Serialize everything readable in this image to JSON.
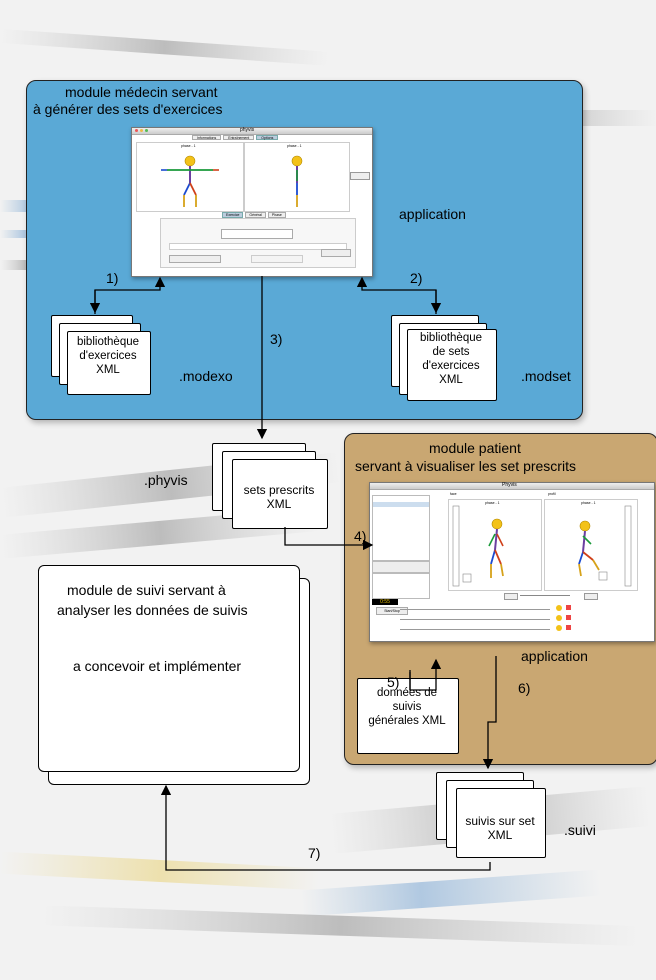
{
  "modules": {
    "medecin": {
      "title_line1": "module médecin servant",
      "title_line2": "à générer des sets d'exercices",
      "app_label": "application"
    },
    "patient": {
      "title_line1": "module patient",
      "title_line2": "servant à visualiser les set prescrits",
      "app_label": "application"
    },
    "suivi": {
      "title_line1": "module de suivi servant à",
      "title_line2": "analyser les données de suivis",
      "note": "a concevoir et implémenter"
    }
  },
  "documents": {
    "modexo": {
      "line1": "bibliothèque",
      "line2": "d'exercices",
      "line3": "XML",
      "ext": ".modexo"
    },
    "modset": {
      "line1": "bibliothèque",
      "line2": "de sets",
      "line3": "d'exercices",
      "line4": "XML",
      "ext": ".modset"
    },
    "phyvis": {
      "line1": "sets prescrits",
      "line2": "XML",
      "ext": ".phyvis"
    },
    "donnees": {
      "line1": "données de",
      "line2": "suivis",
      "line3": "générales XML"
    },
    "suivi": {
      "line1": "suivis sur set",
      "line2": "XML",
      "ext": ".suivi"
    }
  },
  "arrows": {
    "a1": "1)",
    "a2": "2)",
    "a3": "3)",
    "a4": "4)",
    "a5": "5)",
    "a6": "6)",
    "a7": "7)"
  },
  "mini_app_medecin": {
    "title": "phyvis",
    "tabs": [
      "Informations",
      "Entraînement",
      "Options"
    ],
    "view_label_left": "phase - 1",
    "view_label_right": "phase - 1",
    "subtabs": [
      "Exercice",
      "Général",
      "Phase"
    ]
  },
  "mini_app_patient": {
    "title": "Phyvis",
    "view_label_left": "phase - 1",
    "view_label_right": "phase - 1",
    "face": "face",
    "profil": "profil",
    "time": "0:55",
    "start": "Start/Stop"
  }
}
